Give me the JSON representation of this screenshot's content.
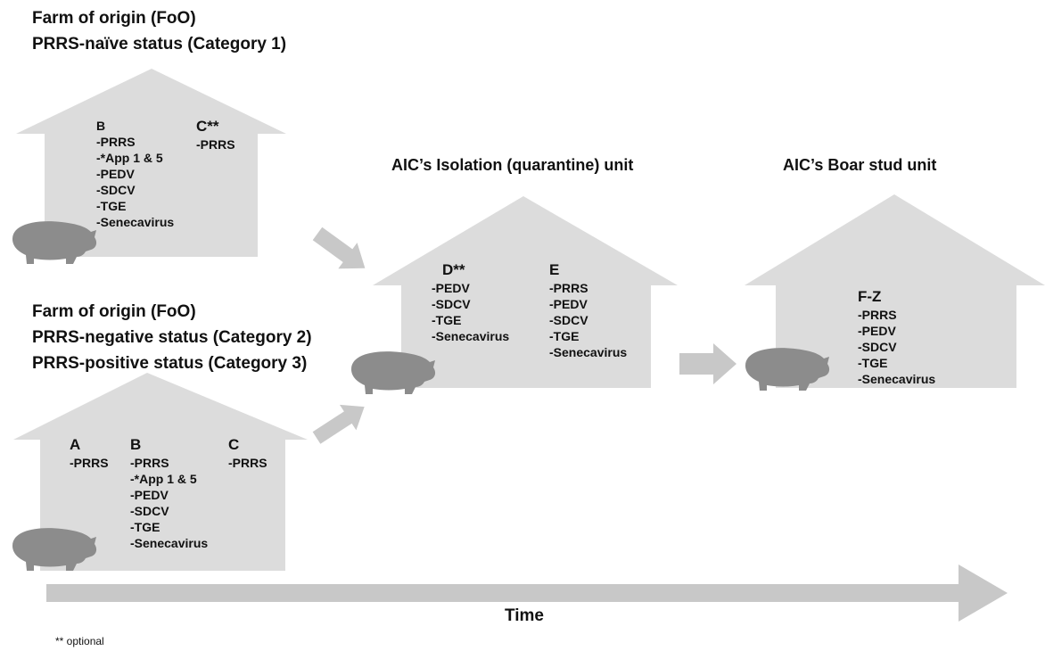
{
  "colors": {
    "house_fill": "#dcdcdc",
    "arrow_fill": "#c8c8c8",
    "pig_fill": "#8c8c8c"
  },
  "icons": [
    "pig-icon",
    "arrow-right-icon",
    "house-shape"
  ],
  "fo_top": {
    "title_line1": "Farm of origin (FoO)",
    "title_line2": "PRRS-naïve status (Category 1)",
    "columns": [
      {
        "label": "B",
        "items": [
          "-PRRS",
          "-*App 1 & 5",
          "-PEDV",
          "-SDCV",
          "-TGE",
          "-Senecavirus"
        ]
      },
      {
        "label": "C**",
        "items": [
          "-PRRS"
        ]
      }
    ]
  },
  "fo_bottom": {
    "title_line1": "Farm of origin (FoO)",
    "title_line2": "PRRS-negative status (Category 2)",
    "title_line3": "PRRS-positive status (Category 3)",
    "columns": [
      {
        "label": "A",
        "items": [
          "-PRRS"
        ]
      },
      {
        "label": "B",
        "items": [
          "-PRRS",
          "-*App 1 & 5",
          "-PEDV",
          "-SDCV",
          "-TGE",
          "-Senecavirus"
        ]
      },
      {
        "label": "C",
        "items": [
          "-PRRS"
        ]
      }
    ]
  },
  "isolation": {
    "title": "AIC’s Isolation (quarantine) unit",
    "columns": [
      {
        "label": "D**",
        "items": [
          "-PEDV",
          "-SDCV",
          "-TGE",
          "-Senecavirus"
        ]
      },
      {
        "label": "E",
        "items": [
          "-PRRS",
          "-PEDV",
          "-SDCV",
          "-TGE",
          "-Senecavirus"
        ]
      }
    ]
  },
  "boar_stud": {
    "title": "AIC’s Boar stud unit",
    "columns": [
      {
        "label": "F-Z",
        "items": [
          "-PRRS",
          "-PEDV",
          "-SDCV",
          "-TGE",
          "-Senecavirus"
        ]
      }
    ]
  },
  "time_label": "Time",
  "footnote": "** optional"
}
